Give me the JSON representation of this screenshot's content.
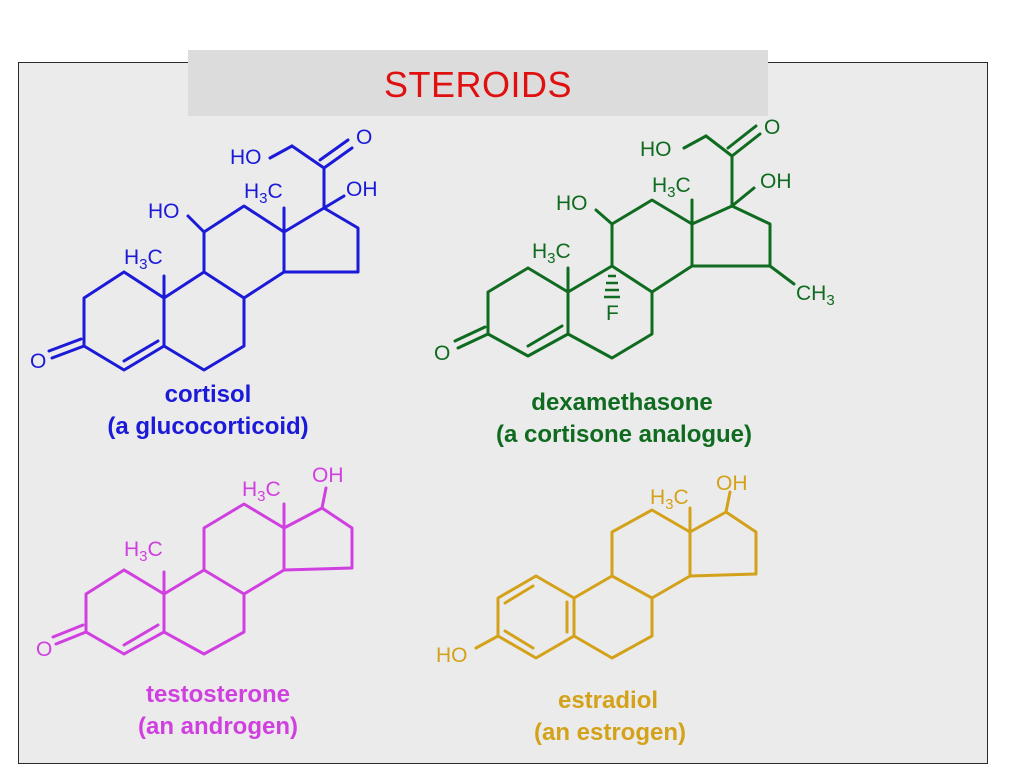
{
  "title": "STEROIDS",
  "colors": {
    "title": "#e01010",
    "cortisol": "#1a1ad8",
    "dexamethasone": "#0f6b1f",
    "testosterone": "#d040e0",
    "estradiol": "#d4a21a"
  },
  "molecules": {
    "cortisol": {
      "name": "cortisol",
      "class": "(a glucocorticoid)",
      "labels": {
        "ho_top": "HO",
        "o_top": "O",
        "h3c_top_main": "H",
        "h3c_top_sub": "3",
        "h3c_top_end": "C",
        "oh": "OH",
        "ho_11": "HO",
        "h3c_19_main": "H",
        "h3c_19_sub": "3",
        "h3c_19_end": "C",
        "o_3": "O"
      }
    },
    "dexamethasone": {
      "name": "dexamethasone",
      "class": "(a cortisone analogue)",
      "labels": {
        "ho_top": "HO",
        "o_top": "O",
        "h3c_top_main": "H",
        "h3c_top_sub": "3",
        "h3c_top_end": "C",
        "oh": "OH",
        "ho_11": "HO",
        "h3c_19_main": "H",
        "h3c_19_sub": "3",
        "h3c_19_end": "C",
        "f": "F",
        "ch3_main": "CH",
        "ch3_sub": "3",
        "o_3": "O"
      }
    },
    "testosterone": {
      "name": "testosterone",
      "class": "(an androgen)",
      "labels": {
        "h3c_top_main": "H",
        "h3c_top_sub": "3",
        "h3c_top_end": "C",
        "oh": "OH",
        "h3c_19_main": "H",
        "h3c_19_sub": "3",
        "h3c_19_end": "C",
        "o_3": "O"
      }
    },
    "estradiol": {
      "name": "estradiol",
      "class": "(an estrogen)",
      "labels": {
        "h3c_top_main": "H",
        "h3c_top_sub": "3",
        "h3c_top_end": "C",
        "oh": "OH",
        "ho_3": "HO"
      }
    }
  }
}
